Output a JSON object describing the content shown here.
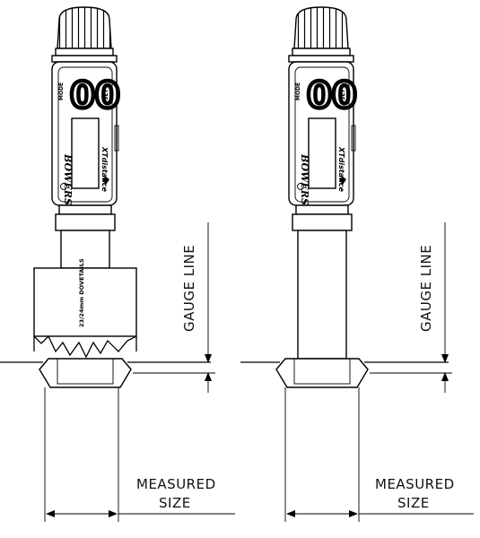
{
  "diagram": {
    "left_gauge": {
      "display": {
        "reading": "00",
        "mode_label": "MODE",
        "set_label": "SET",
        "brand": "BOWERS",
        "model": "XTdistance"
      },
      "setting_ring_label": "23/24mm DOVETAILS",
      "gauge_line_label": "GAUGE LINE",
      "measured_size_label": [
        "MEASURED",
        "SIZE"
      ]
    },
    "right_gauge": {
      "display": {
        "reading": "00",
        "mode_label": "MODE",
        "set_label": "SET",
        "brand": "BOWERS",
        "model": "XTdistance"
      },
      "gauge_line_label": "GAUGE LINE",
      "measured_size_label": [
        "MEASURED",
        "SIZE"
      ]
    }
  },
  "colors": {
    "line": "#000000",
    "background": "#ffffff"
  }
}
